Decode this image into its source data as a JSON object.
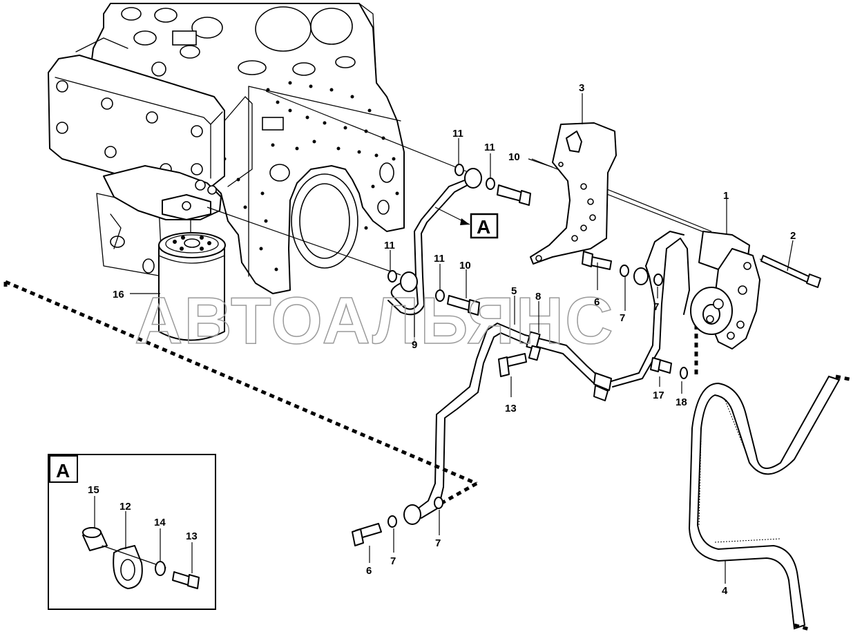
{
  "watermark": "АВТОАЛЬЯНС",
  "view_marker": "A",
  "inset": {
    "label": "A"
  },
  "callouts": {
    "c1": "1",
    "c2": "2",
    "c3": "3",
    "c4": "4",
    "c5": "5",
    "c6a": "6",
    "c6b": "6",
    "c7a": "7",
    "c7b": "7",
    "c7c": "7",
    "c7d": "7",
    "c8": "8",
    "c9": "9",
    "c10a": "10",
    "c10b": "10",
    "c11a": "11",
    "c11b": "11",
    "c11c": "11",
    "c11d": "11",
    "c12": "12",
    "c13a": "13",
    "c13b": "13",
    "c14": "14",
    "c15": "15",
    "c16": "16",
    "c17": "17",
    "c18": "18"
  }
}
